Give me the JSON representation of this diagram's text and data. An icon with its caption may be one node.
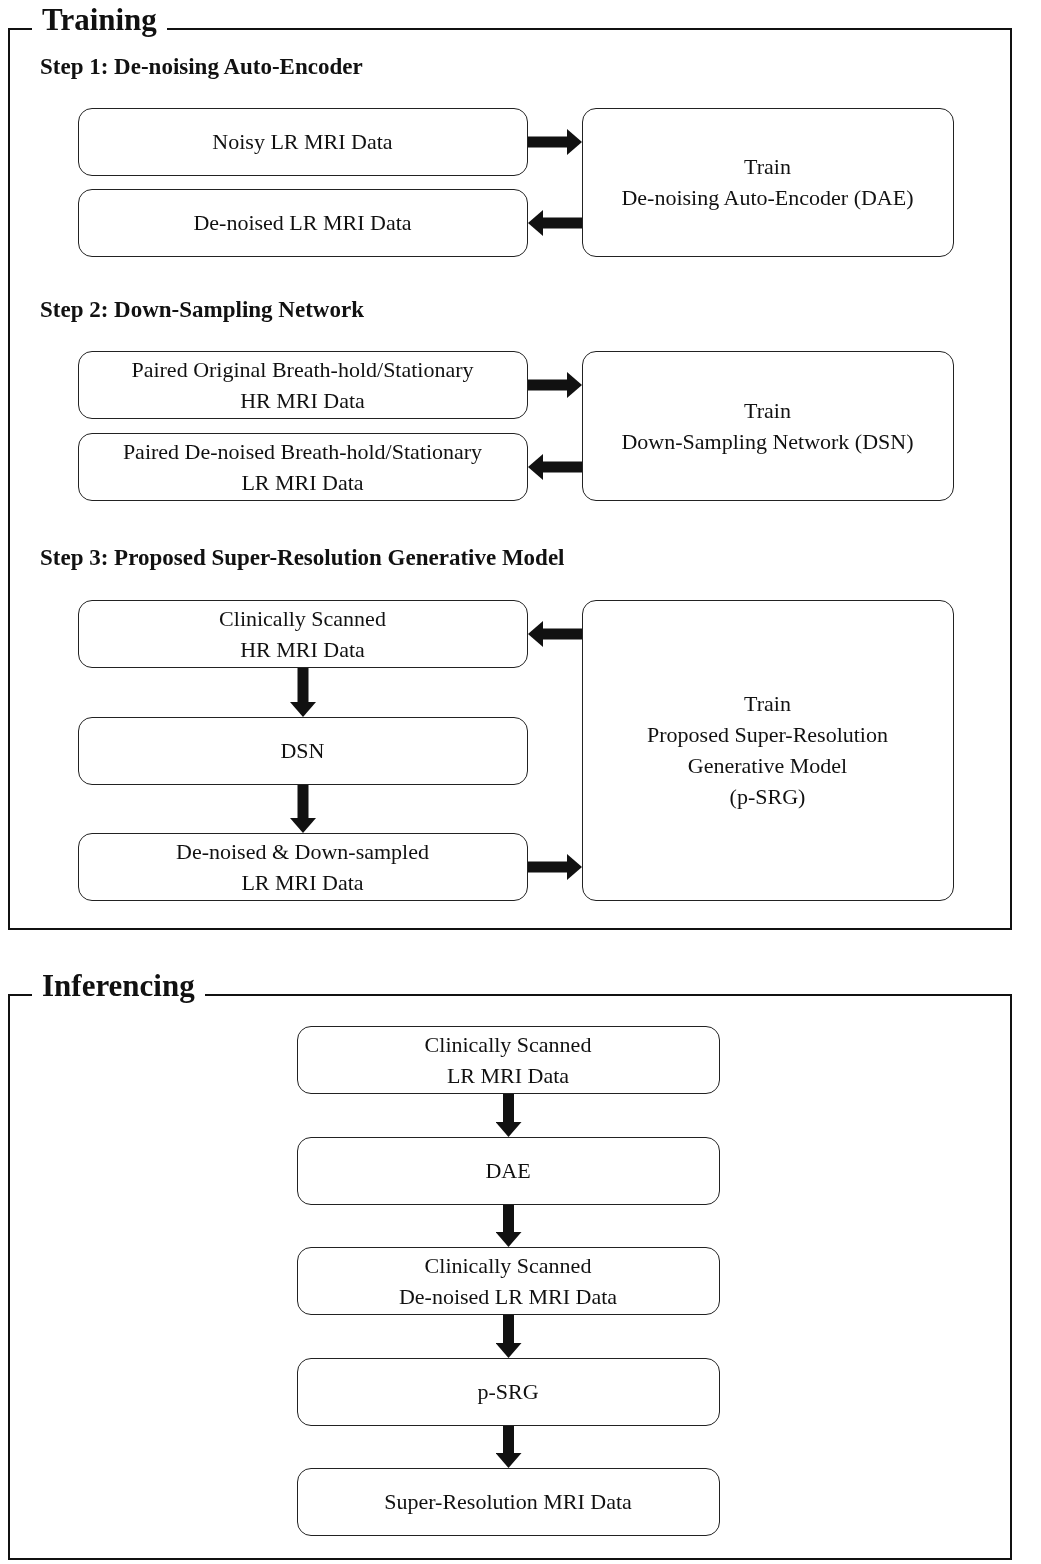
{
  "diagram": {
    "nodes": [
      {
        "text": [
          "Training"
        ]
      },
      {
        "text": [
          "Noisy LR MRI Data"
        ],
        "in": 0
      },
      {
        "text": [
          "De-noised LR MRI Data"
        ],
        "in": 0
      },
      {
        "text": [
          "Train De-noising Auto-Encoder (DAE)"
        ],
        "in": 0
      },
      {
        "text": [
          "Paired Original Breath-hold/Stationary HR MRI Data"
        ],
        "in": 0
      },
      {
        "text": [
          "Paired De-noised Breath-hold/Stationary LR MRI Data"
        ],
        "in": 0
      },
      {
        "text": [
          "Train Down-Sampling Network (DSN)"
        ],
        "in": 0
      },
      {
        "text": [
          "Clinically Scanned HR MRI Data"
        ],
        "in": 0
      },
      {
        "text": [
          "DSN"
        ],
        "in": 0
      },
      {
        "text": [
          "De-noised & Down-sampled LR MRI Data"
        ],
        "in": 0
      },
      {
        "text": [
          "Train Proposed Super-Resolution Generative Model (p-SRG)"
        ],
        "in": 0
      },
      {
        "text": [
          "Inferencing"
        ]
      },
      {
        "text": [
          "Clinically Scanned LR MRI Data"
        ],
        "in": 11
      },
      {
        "text": [
          "DAE"
        ],
        "in": 11
      },
      {
        "text": [
          "Clinically Scanned De-noised LR MRI Data"
        ],
        "in": 11
      },
      {
        "text": [
          "p-SRG"
        ],
        "in": 11
      },
      {
        "text": [
          "Super-Resolution MRI Data"
        ],
        "in": 11
      }
    ],
    "edges": [
      {
        "from": 1,
        "to": 3,
        "arrow": "to"
      },
      {
        "from": 3,
        "to": 2,
        "arrow": "to"
      },
      {
        "from": 4,
        "to": 6,
        "arrow": "to"
      },
      {
        "from": 6,
        "to": 5,
        "arrow": "to"
      },
      {
        "from": 10,
        "to": 7,
        "arrow": "to"
      },
      {
        "from": 7,
        "to": 8,
        "arrow": "to"
      },
      {
        "from": 8,
        "to": 9,
        "arrow": "to"
      },
      {
        "from": 9,
        "to": 10,
        "arrow": "to"
      },
      {
        "from": 12,
        "to": 13,
        "arrow": "to"
      },
      {
        "from": 13,
        "to": 14,
        "arrow": "to"
      },
      {
        "from": 14,
        "to": 15,
        "arrow": "to"
      },
      {
        "from": 15,
        "to": 16,
        "arrow": "to"
      }
    ],
    "labels": [
      "Step 1: De-noising Auto-Encoder",
      "Step 2: Down-Sampling Network",
      "Step 3: Proposed Super-Resolution Generative Model"
    ]
  }
}
